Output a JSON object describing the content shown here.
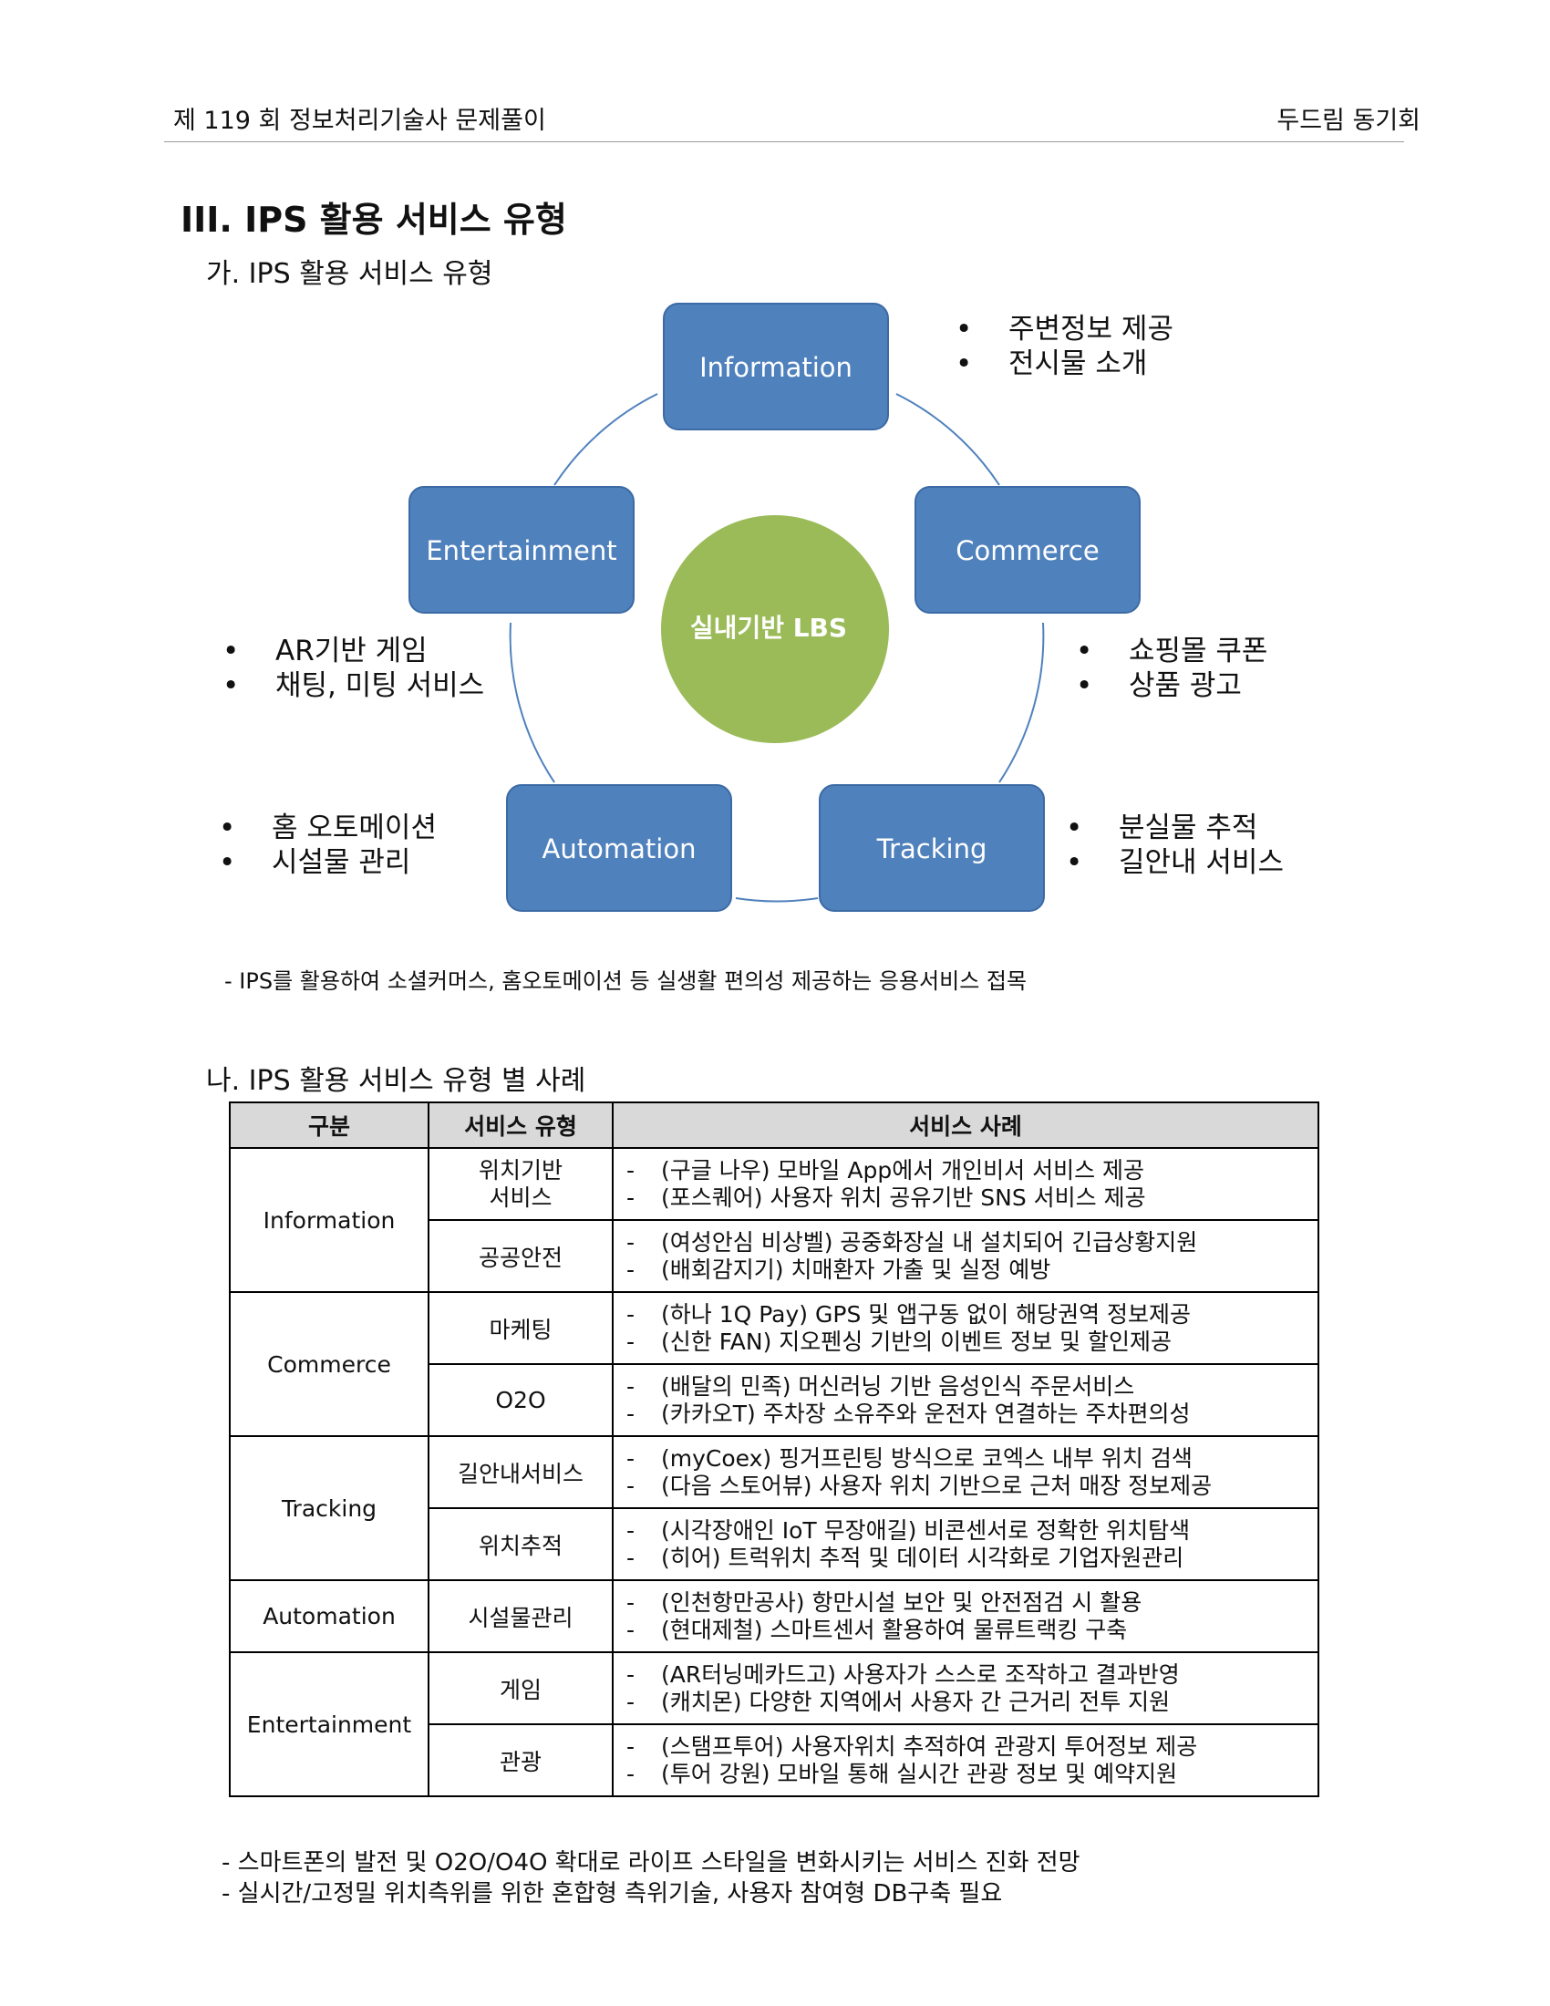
{
  "header": {
    "left": "제 119 회  정보처리기술사  문제풀이",
    "right": "두드림  동기회"
  },
  "section_title": "III. IPS 활용 서비스 유형",
  "subsection_a": "가. IPS 활용 서비스 유형",
  "diagram": {
    "center": "실내기반 LBS",
    "nodes": {
      "information": "Information",
      "commerce": "Commerce",
      "tracking": "Tracking",
      "automation": "Automation",
      "entertainment": "Entertainment"
    },
    "bullet_char": "•",
    "bullets": {
      "information": [
        "주변정보 제공",
        "전시물 소개"
      ],
      "commerce": [
        "쇼핑몰 쿠폰",
        "상품 광고"
      ],
      "tracking": [
        "분실물 추적",
        "길안내 서비스"
      ],
      "automation": [
        "홈 오토메이션",
        "시설물 관리"
      ],
      "entertainment": [
        "AR기반 게임",
        "채팅, 미팅 서비스"
      ]
    },
    "colors": {
      "node_fill": "#4f81bd",
      "node_border": "#3c6aa5",
      "center_fill": "#9bbb59",
      "ring": "#4f81bd"
    }
  },
  "note_a": "- IPS를 활용하여 소셜커머스, 홈오토메이션 등 실생활 편의성 제공하는 응용서비스 접목",
  "subsection_b": "나. IPS 활용 서비스 유형 별 사례",
  "table": {
    "headers": [
      "구분",
      "서비스 유형",
      "서비스 사례"
    ],
    "dash": "-",
    "groups": [
      {
        "category": "Information",
        "rows": [
          {
            "type": "위치기반 서비스",
            "examples": [
              "(구글 나우) 모바일 App에서 개인비서 서비스 제공",
              "(포스퀘어) 사용자 위치 공유기반 SNS 서비스 제공"
            ]
          },
          {
            "type": "공공안전",
            "examples": [
              "(여성안심 비상벨) 공중화장실 내 설치되어 긴급상황지원",
              "(배회감지기) 치매환자 가출 및 실정 예방"
            ]
          }
        ]
      },
      {
        "category": "Commerce",
        "rows": [
          {
            "type": "마케팅",
            "examples": [
              "(하나 1Q Pay) GPS 및 앱구동 없이 해당권역 정보제공",
              "(신한 FAN) 지오펜싱 기반의 이벤트 정보 및 할인제공"
            ]
          },
          {
            "type": "O2O",
            "examples": [
              "(배달의 민족) 머신러닝 기반 음성인식 주문서비스",
              "(카카오T) 주차장 소유주와 운전자 연결하는 주차편의성"
            ]
          }
        ]
      },
      {
        "category": "Tracking",
        "rows": [
          {
            "type": "길안내서비스",
            "examples": [
              "(myCoex) 핑거프린팅 방식으로 코엑스 내부 위치 검색",
              "(다음 스토어뷰) 사용자 위치 기반으로 근처 매장 정보제공"
            ]
          },
          {
            "type": "위치추적",
            "examples": [
              "(시각장애인 IoT 무장애길) 비콘센서로 정확한 위치탐색",
              "(히어) 트럭위치 추적 및 데이터 시각화로 기업자원관리"
            ]
          }
        ]
      },
      {
        "category": "Automation",
        "rows": [
          {
            "type": "시설물관리",
            "examples": [
              "(인천항만공사) 항만시설 보안 및 안전점검 시 활용",
              "(현대제철) 스마트센서 활용하여 물류트랙킹 구축"
            ]
          }
        ]
      },
      {
        "category": "Entertainment",
        "rows": [
          {
            "type": "게임",
            "examples": [
              "(AR터닝메카드고) 사용자가 스스로 조작하고 결과반영",
              "(캐치몬) 다양한 지역에서 사용자 간 근거리 전투 지원"
            ]
          },
          {
            "type": "관광",
            "examples": [
              "(스탬프투어) 사용자위치 추적하여 관광지 투어정보 제공",
              "(투어 강원) 모바일 통해 실시간 관광 정보 및 예약지원"
            ]
          }
        ]
      }
    ]
  },
  "footer_notes": [
    "- 스마트폰의 발전 및 O2O/O4O 확대로 라이프 스타일을 변화시키는 서비스 진화 전망",
    "- 실시간/고정밀 위치측위를 위한 혼합형 측위기술, 사용자 참여형 DB구축 필요"
  ]
}
